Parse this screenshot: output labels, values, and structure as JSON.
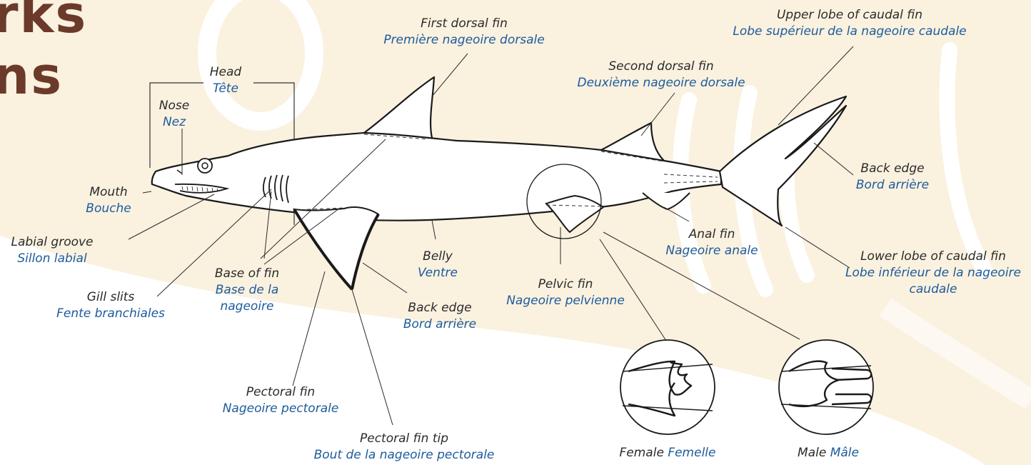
{
  "title_fragments": [
    "rks",
    "ns"
  ],
  "colors": {
    "background": "#ffffff",
    "backdrop": "#faf1df",
    "english_text": "#2b2b2b",
    "french_text": "#1c5b9c",
    "title": "#6b3a2a",
    "outline": "#1a1a1a"
  },
  "labels": {
    "first_dorsal_fin": {
      "en": "First dorsal fin",
      "fr": "Première nageoire dorsale"
    },
    "upper_lobe_caudal": {
      "en": "Upper lobe of caudal fin",
      "fr": "Lobe supérieur de la nageoire caudale"
    },
    "second_dorsal_fin": {
      "en": "Second dorsal fin",
      "fr": "Deuxième nageoire dorsale"
    },
    "head": {
      "en": "Head",
      "fr": "Tête"
    },
    "nose": {
      "en": "Nose",
      "fr": "Nez"
    },
    "mouth": {
      "en": "Mouth",
      "fr": "Bouche"
    },
    "labial_groove": {
      "en": "Labial groove",
      "fr": "Sillon labial"
    },
    "gill_slits": {
      "en": "Gill slits",
      "fr": "Fente branchiales"
    },
    "base_of_fin": {
      "en": "Base of fin",
      "fr": "Base de la nageoire"
    },
    "belly": {
      "en": "Belly",
      "fr": "Ventre"
    },
    "back_edge_tail": {
      "en": "Back edge",
      "fr": "Bord arrière"
    },
    "back_edge_pectoral": {
      "en": "Back edge",
      "fr": "Bord arrière"
    },
    "anal_fin": {
      "en": "Anal fin",
      "fr": "Nageoire anale"
    },
    "pelvic_fin": {
      "en": "Pelvic fin",
      "fr": "Nageoire pelvienne"
    },
    "lower_lobe_caudal": {
      "en": "Lower lobe of caudal fin",
      "fr": "Lobe inférieur de la nageoire caudale"
    },
    "pectoral_fin": {
      "en": "Pectoral fin",
      "fr": "Nageoire pectorale"
    },
    "pectoral_fin_tip": {
      "en": "Pectoral fin tip",
      "fr": "Bout de la nageoire pectorale"
    },
    "female": {
      "en": "Female",
      "fr": "Femelle"
    },
    "male": {
      "en": "Male",
      "fr": "Mâle"
    }
  }
}
